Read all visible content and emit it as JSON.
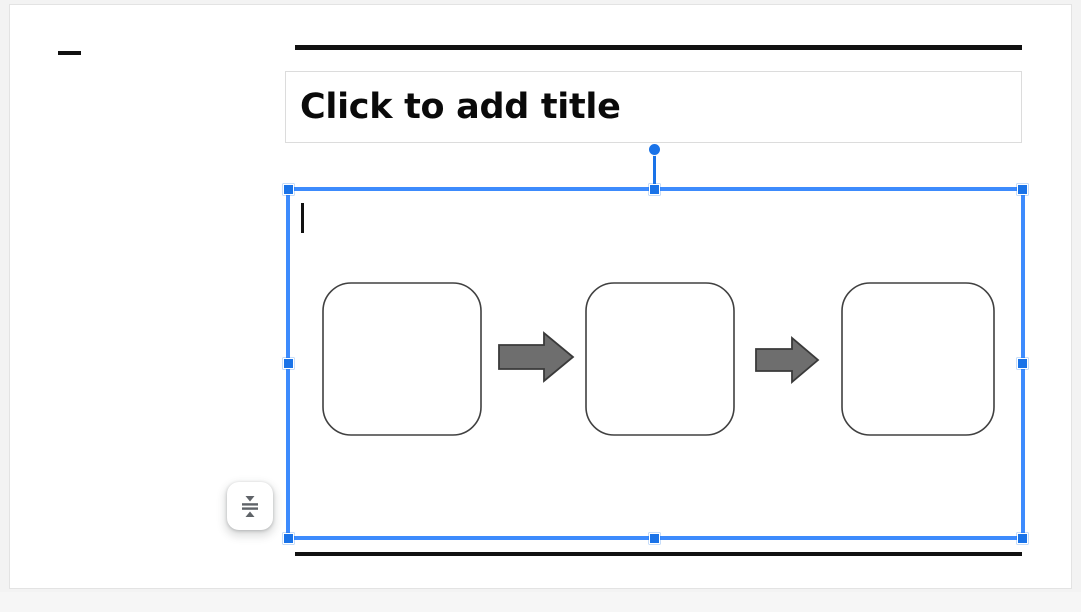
{
  "app": {
    "surface_bg": "#f3f3f3",
    "canvas_bg": "#ffffff",
    "canvas_border": "#e3e3e3"
  },
  "slide": {
    "slide_marker_label": "—",
    "title_placeholder": {
      "text": "Click to add title",
      "border_color": "#dcdcdc",
      "text_color": "#0a0a0a"
    },
    "decor_rules": {
      "top_rule_color": "#111111",
      "bottom_rule_color": "#111111"
    },
    "body_placeholder": {
      "state": "selected-editing",
      "caret_visible": true,
      "caret_color": "#111111"
    }
  },
  "selection": {
    "accent_color": "#1a73e8",
    "edge_color": "#3d8bfd",
    "handle_fill": "#1a73e8",
    "handle_stroke": "#ffffff",
    "handles": [
      {
        "name": "top-left",
        "cursor": "nwse-resize"
      },
      {
        "name": "top-center",
        "cursor": "ns-resize"
      },
      {
        "name": "top-right",
        "cursor": "nesw-resize"
      },
      {
        "name": "middle-left",
        "cursor": "ew-resize"
      },
      {
        "name": "middle-right",
        "cursor": "ew-resize"
      },
      {
        "name": "bottom-left",
        "cursor": "nesw-resize"
      },
      {
        "name": "bottom-center",
        "cursor": "ns-resize"
      },
      {
        "name": "bottom-right",
        "cursor": "nwse-resize"
      }
    ],
    "rotation_handle": {
      "name": "rotate",
      "shape": "circle"
    }
  },
  "diagram": {
    "kind": "process-flow",
    "shape_fill": "#ffffff",
    "shape_stroke": "#404040",
    "arrow_fill": "#6e6e6e",
    "arrow_stroke": "#3a3a3a",
    "nodes": [
      {
        "id": "node-1",
        "label": ""
      },
      {
        "id": "node-2",
        "label": ""
      },
      {
        "id": "node-3",
        "label": ""
      }
    ],
    "connectors": [
      {
        "id": "arrow-1",
        "from": "node-1",
        "to": "node-2",
        "direction": "right"
      },
      {
        "id": "arrow-2",
        "from": "node-2",
        "to": "node-3",
        "direction": "right"
      }
    ]
  },
  "floating_toolbar": {
    "button": {
      "icon": "line-spacing-icon",
      "tooltip": "Line spacing",
      "icon_color": "#5f6368",
      "background": "#ffffff"
    }
  }
}
